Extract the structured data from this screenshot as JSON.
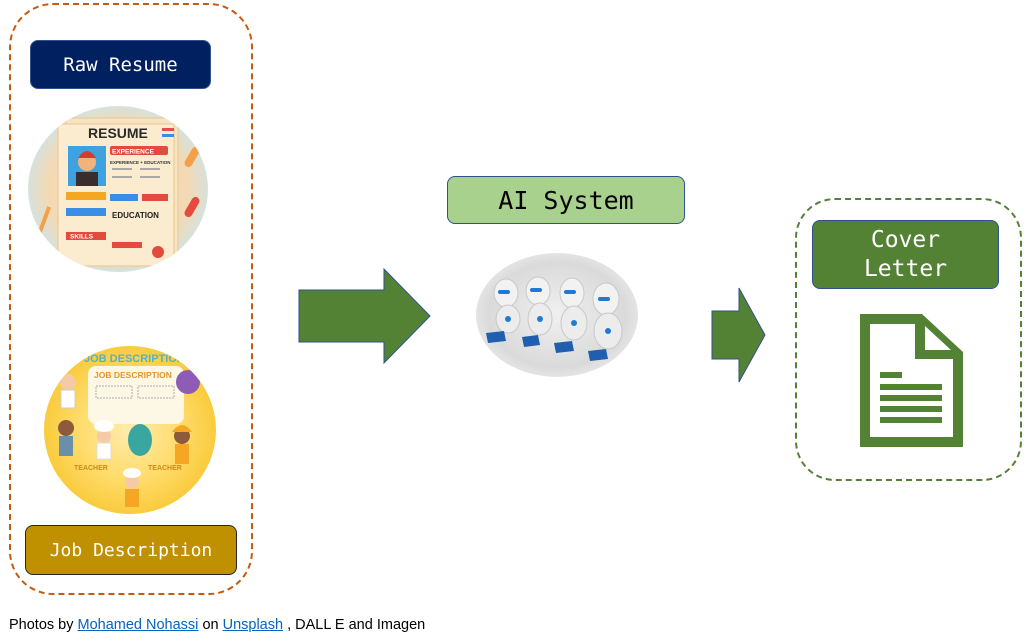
{
  "diagram": {
    "inputs_group": {
      "raw_resume_label": "Raw Resume",
      "resume_image_title": "RESUME",
      "resume_image_sections": [
        "EXPERIENCE",
        "EXPERIENCE + EDUCATION",
        "EDUCATION",
        "SKILLS"
      ],
      "job_description_label": "Job Description",
      "job_image_title": "JOB DESCRIPTION",
      "job_image_captions": [
        "TEACHER",
        "TEACHER"
      ]
    },
    "processor": {
      "label": "AI System",
      "image_description": "robots working on laptops"
    },
    "output_group": {
      "label_line1": "Cover",
      "label_line2": "Letter",
      "icon": "document-icon"
    },
    "arrows": [
      "arrow-right-icon",
      "arrow-right-icon"
    ],
    "colors": {
      "inputs_border": "#c55a11",
      "output_border": "#548235",
      "raw_resume_fill": "#002060",
      "job_description_fill": "#bf9000",
      "ai_system_fill": "#a9d18e",
      "cover_letter_fill": "#548235",
      "arrow_fill": "#548235",
      "link": "#0563c1"
    }
  },
  "caption": {
    "prefix": "Photos by ",
    "link1": "Mohamed Nohassi",
    "middle": " on ",
    "link2": "Unsplash",
    "suffix": " , DALL E and Imagen"
  }
}
